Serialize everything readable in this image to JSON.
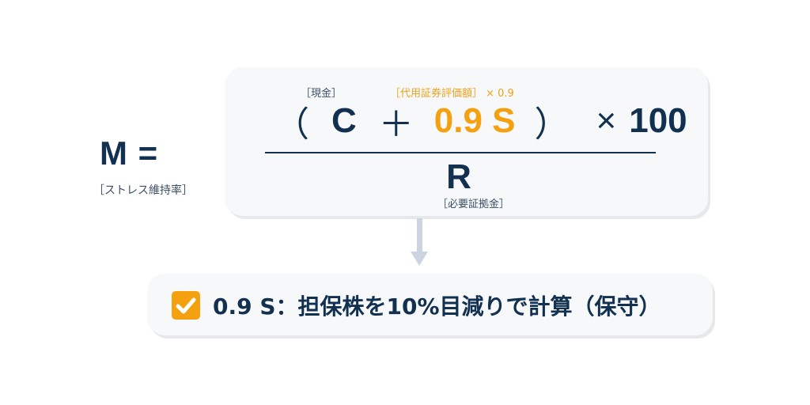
{
  "formula": {
    "lhs": {
      "symbol": "M =",
      "label": "［ストレス維持率］"
    },
    "numerator": {
      "paren_open": "（",
      "cash_symbol": "C",
      "plus": "＋",
      "securities_term": "0.9 S",
      "paren_close": "）",
      "times": "×",
      "multiplier": "100"
    },
    "annotations": {
      "cash": "［現金］",
      "securities": "［代用証券評価額］ × 0.9",
      "required_margin": "［必要証拠金］"
    },
    "denominator": {
      "symbol": "R"
    }
  },
  "note": {
    "checkbox_state": "checked",
    "text": "0.9 S：担保株を10%目減りで計算（保守）"
  },
  "colors": {
    "navy": "#12304f",
    "accent_orange": "#f5a00f",
    "card_bg": "#f7f8fa",
    "arrow": "#cbd4e0"
  }
}
